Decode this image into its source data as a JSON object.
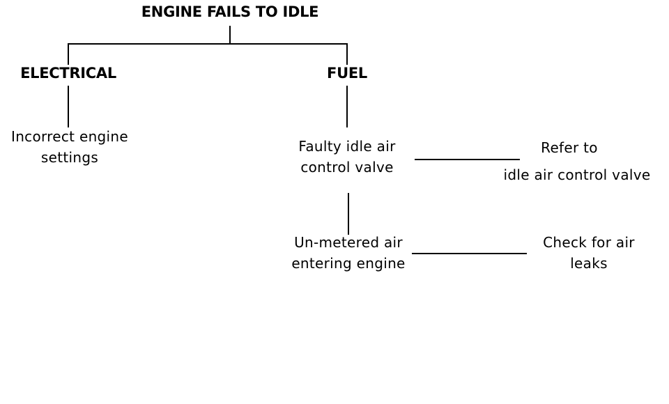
{
  "diagram": {
    "root": "ENGINE FAILS TO IDLE",
    "branches": {
      "electrical": {
        "label": "ELECTRICAL",
        "cause": [
          "Incorrect engine",
          "settings"
        ]
      },
      "fuel": {
        "label": "FUEL",
        "causes": [
          {
            "text": [
              "Faulty idle air",
              "control valve"
            ],
            "action": [
              "Refer to",
              "idle air control valve"
            ]
          },
          {
            "text": [
              "Un-metered air",
              "entering engine"
            ],
            "action": [
              "Check for air",
              "leaks"
            ]
          }
        ]
      }
    }
  }
}
